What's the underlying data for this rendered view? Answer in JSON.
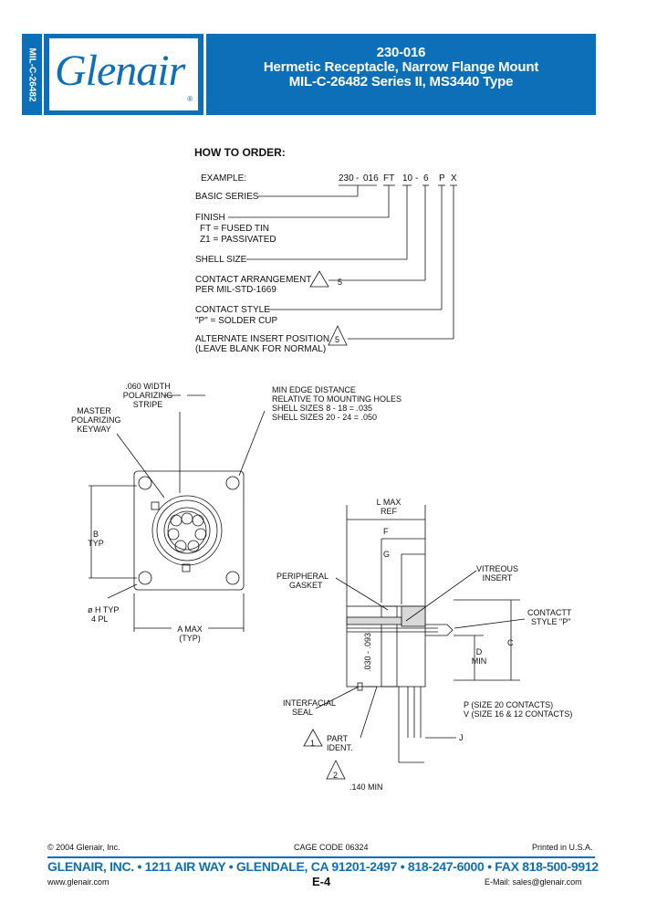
{
  "header": {
    "side_tab": "MIL-C-26482",
    "logo_text": "Glenair",
    "logo_reg": "®",
    "part_number": "230-016",
    "title_line1": "Hermetic Receptacle, Narrow Flange Mount",
    "title_line2": "MIL-C-26482 Series II, MS3440 Type"
  },
  "how_to_order": {
    "heading": "HOW TO ORDER:",
    "example_label": "EXAMPLE:",
    "example_parts": [
      "230",
      "-",
      "016",
      "FT",
      "10",
      "-",
      "6",
      "P",
      "X"
    ],
    "basic_series": "BASIC SERIES",
    "finish": "FINISH",
    "finish_ft": "FT = FUSED TIN",
    "finish_z1": "Z1 = PASSIVATED",
    "shell_size": "SHELL SIZE",
    "contact_arrangement_1": "CONTACT ARRANGEMENT",
    "contact_arrangement_2": "PER MIL-STD-1669",
    "contact_style_1": "CONTACT STYLE",
    "contact_style_2": "\"P\" = SOLDER CUP",
    "alt_insert_1": "ALTERNATE INSERT POSITION",
    "alt_insert_2": "(LEAVE BLANK FOR NORMAL)",
    "note5": "5"
  },
  "drawing": {
    "polarizing_stripe": [
      ".060 WIDTH",
      "POLARIZING",
      "STRIPE"
    ],
    "master_keyway": [
      "MASTER",
      "POLARIZING",
      "KEYWAY"
    ],
    "min_edge": [
      "MIN EDGE DISTANCE",
      "RELATIVE TO MOUNTING HOLES",
      "SHELL SIZES 8 - 18 = .035",
      "SHELL SIZES 20 - 24 = .050"
    ],
    "b_typ": [
      "B",
      "TYP"
    ],
    "hole_typ": [
      "ø H TYP",
      "4 PL"
    ],
    "a_max": [
      "A MAX",
      "(TYP)"
    ],
    "l_max": [
      "L MAX",
      "REF"
    ],
    "f": "F",
    "g": "G",
    "peripheral_gasket": [
      "PERIPHERAL",
      "GASKET"
    ],
    "vitreous_insert": [
      "VITREOUS",
      "INSERT"
    ],
    "contact_style": [
      "CONTACTT",
      "STYLE \"P\""
    ],
    "c": "C",
    "d_min": [
      "D",
      "MIN"
    ],
    "thickness": ".030 - .093",
    "p_size": "P (SIZE 20 CONTACTS)",
    "v_size": "V (SIZE 16 & 12 CONTACTS)",
    "j": "J",
    "interfacial_seal": [
      "INTERFACIAL",
      "SEAL"
    ],
    "part_ident": [
      "PART",
      "IDENT."
    ],
    "note1": "1",
    "note2": "2",
    "min_140": ".140 MIN"
  },
  "footer": {
    "copyright": "© 2004 Glenair, Inc.",
    "cage_code": "CAGE CODE 06324",
    "printed": "Printed in U.S.A.",
    "address": "GLENAIR, INC. • 1211 AIR WAY • GLENDALE, CA 91201-2497 • 818-247-6000 • FAX 818-500-9912",
    "website": "www.glenair.com",
    "page": "E-4",
    "email": "E-Mail:  sales@glenair.com"
  },
  "colors": {
    "brand_blue": "#0d6fb8"
  }
}
